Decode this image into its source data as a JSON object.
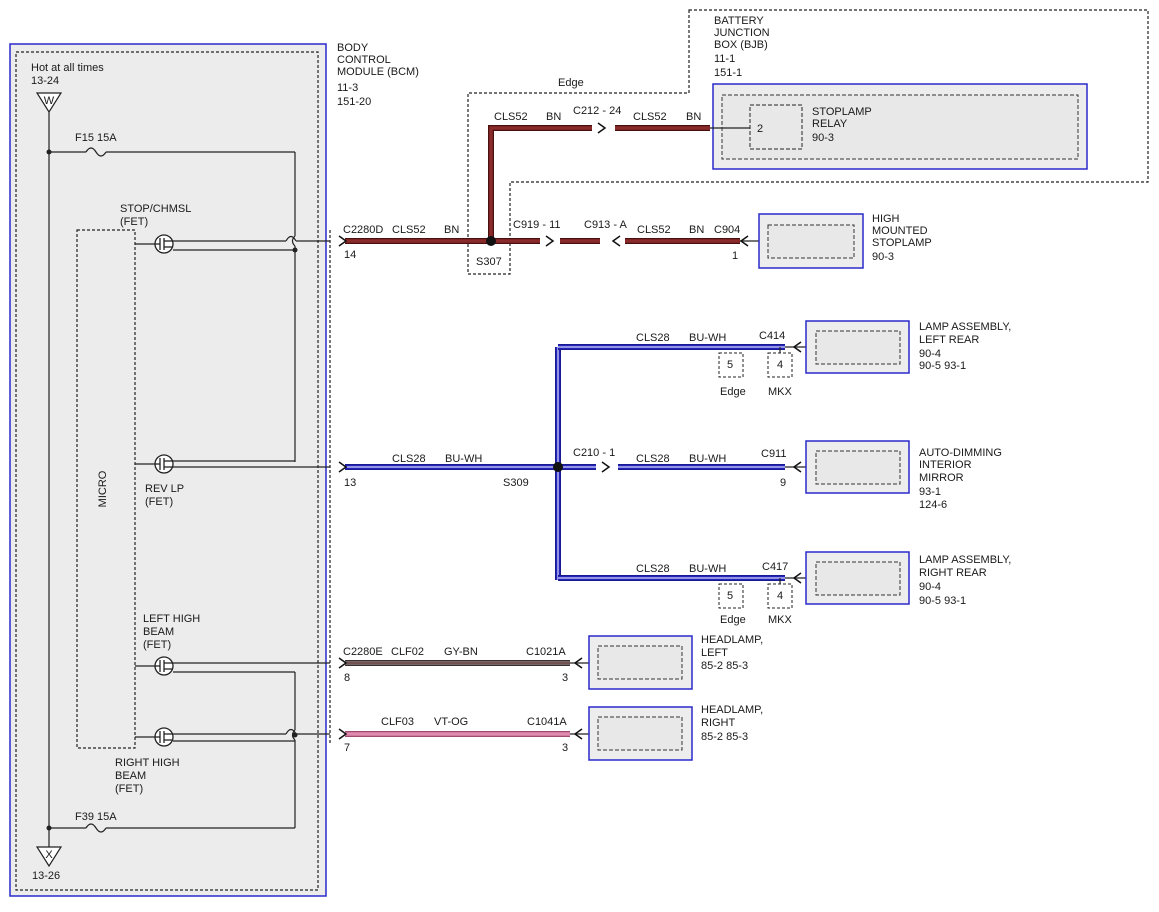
{
  "bcm": {
    "title": [
      "BODY",
      "CONTROL",
      "MODULE (BCM)",
      "11-3",
      "151-20"
    ],
    "hot_label": "Hot at all times",
    "ref_top": "13-24",
    "ref_bottom": "13-26",
    "w_glyph": "W",
    "x_glyph": "X",
    "micro_label": "MICRO",
    "fuse_top": "F15  15A",
    "fuse_bottom": "F39  15A",
    "fet_stop": [
      "STOP/CHMSL",
      "(FET)"
    ],
    "fet_rev": [
      "REV LP",
      "(FET)"
    ],
    "fet_left_hb": [
      "LEFT HIGH",
      "BEAM",
      "(FET)"
    ],
    "fet_right_hb": [
      "RIGHT HIGH",
      "BEAM",
      "(FET)"
    ],
    "pin_stop_connector": "C2280D",
    "pin_stop": "14",
    "pin_rev": "13",
    "pin_left_hb_connector": "C2280E",
    "pin_left_hb": "8",
    "pin_right_hb": "7"
  },
  "bjb": {
    "title": [
      "BATTERY",
      "JUNCTION",
      "BOX (BJB)",
      "11-1",
      "151-1"
    ],
    "edge_label": "Edge",
    "relay": [
      "STOPLAMP",
      "RELAY",
      "90-3"
    ],
    "relay_pin": "2"
  },
  "stop_circuit": {
    "wire1": "CLS52",
    "color1": "BN",
    "connector_c212": "C212 - 24",
    "wire2": "CLS52",
    "color2": "BN",
    "wire3": "CLS52",
    "color3": "BN",
    "splice": "S307",
    "connector_c919": "C919 - 11",
    "connector_c913": "C913 - A",
    "wire4": "CLS52",
    "color4": "BN",
    "connector_c904": "C904",
    "pin_c904": "1",
    "hmsl": [
      "HIGH",
      "MOUNTED",
      "STOPLAMP",
      "90-3"
    ]
  },
  "rev_circuit": {
    "wire_main": "CLS28",
    "color_main": "BU-WH",
    "splice": "S309",
    "connector_c210": "C210 - 1",
    "wire_mirror": "CLS28",
    "color_mirror": "BU-WH",
    "connector_c911": "C911",
    "pin_c911": "9",
    "mirror": [
      "AUTO-DIMMING",
      "INTERIOR",
      "MIRROR",
      "93-1",
      "124-6"
    ],
    "wire_lr": "CLS28",
    "color_lr": "BU-WH",
    "connector_c414": "C414",
    "lr_pins": [
      "5",
      "4"
    ],
    "lr_pin_labels": [
      "Edge",
      "MKX"
    ],
    "left_rear": [
      "LAMP ASSEMBLY,",
      "LEFT REAR",
      "90-4",
      "90-5    93-1"
    ],
    "wire_rr": "CLS28",
    "color_rr": "BU-WH",
    "connector_c417": "C417",
    "rr_pins": [
      "5",
      "4"
    ],
    "rr_pin_labels": [
      "Edge",
      "MKX"
    ],
    "right_rear": [
      "LAMP ASSEMBLY,",
      "RIGHT REAR",
      "90-4",
      "90-5    93-1"
    ]
  },
  "headlamp_left": {
    "wire": "CLF02",
    "color": "GY-BN",
    "connector": "C1021A",
    "pin": "3",
    "label": [
      "HEADLAMP,",
      "LEFT",
      "85-2    85-3"
    ]
  },
  "headlamp_right": {
    "wire": "CLF03",
    "color": "VT-OG",
    "connector": "C1041A",
    "pin": "3",
    "label": [
      "HEADLAMP,",
      "RIGHT",
      "85-2    85-3"
    ]
  },
  "colors": {
    "brown_wire": "#8b2a2a",
    "blue_wire": "#2828c8",
    "gray_wire": "#7a6a6a",
    "pink_wire": "#e08ab0",
    "module_border": "#2a2acc"
  }
}
